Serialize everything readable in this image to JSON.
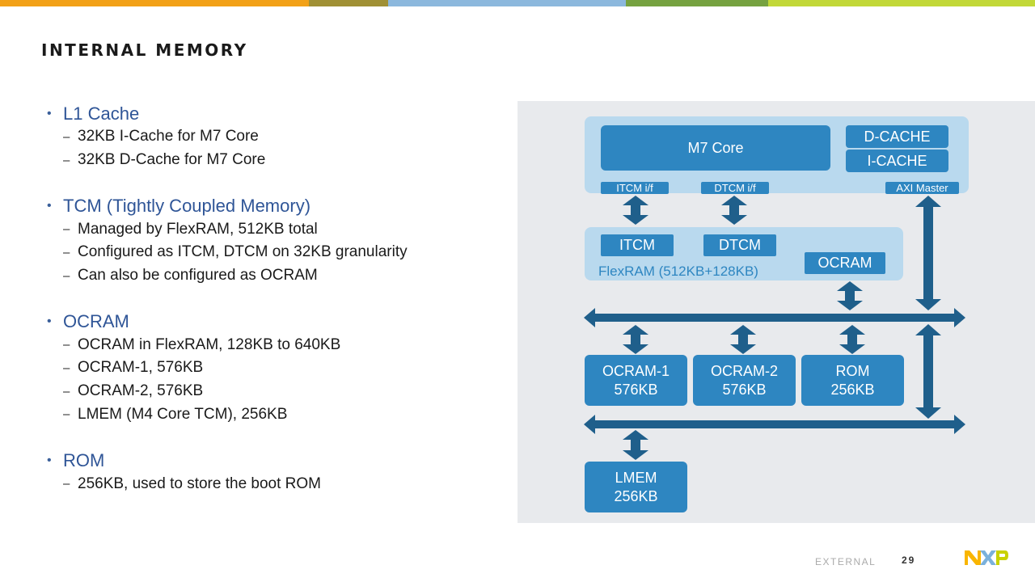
{
  "page": {
    "title": "INTERNAL MEMORY",
    "footer_label": "EXTERNAL",
    "page_number": "29",
    "logo_text": "NXP"
  },
  "colors": {
    "topbar": [
      "#f2a118",
      "#a09035",
      "#8cb8dd",
      "#76a240",
      "#c2d838"
    ],
    "accent_blue": "#2e86c1",
    "light_blue": "#b9d9ee",
    "arrow": "#1f5f8b",
    "heading_blue": "#2f5597"
  },
  "bullets": [
    {
      "title": "L1 Cache",
      "items": [
        "32KB I-Cache for M7 Core",
        "32KB D-Cache for M7 Core"
      ]
    },
    {
      "title": "TCM (Tightly Coupled Memory)",
      "items": [
        "Managed by FlexRAM, 512KB total",
        "Configured as ITCM, DTCM on 32KB granularity",
        "Can also be configured as OCRAM"
      ]
    },
    {
      "title": "OCRAM",
      "items": [
        "OCRAM in FlexRAM, 128KB to 640KB",
        "OCRAM-1, 576KB",
        "OCRAM-2, 576KB",
        "LMEM (M4 Core TCM), 256KB"
      ]
    },
    {
      "title": "ROM",
      "items": [
        "256KB, used to store the boot ROM"
      ]
    }
  ],
  "diagram": {
    "core": "M7 Core",
    "dcache": "D-CACHE",
    "icache": "I-CACHE",
    "itcm_if": "ITCM i/f",
    "dtcm_if": "DTCM i/f",
    "axi_master": "AXI Master",
    "itcm": "ITCM",
    "dtcm": "DTCM",
    "ocram": "OCRAM",
    "flexram_label": "FlexRAM (512KB+128KB)",
    "ocram1": [
      "OCRAM-1",
      "576KB"
    ],
    "ocram2": [
      "OCRAM-2",
      "576KB"
    ],
    "rom": [
      "ROM",
      "256KB"
    ],
    "lmem": [
      "LMEM",
      "256KB"
    ]
  }
}
